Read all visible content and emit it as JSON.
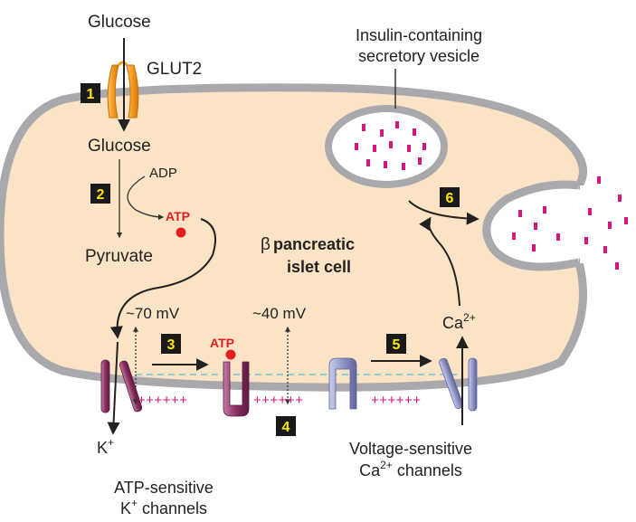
{
  "labels": {
    "glucose_outside": "Glucose",
    "glut2": "GLUT2",
    "glucose_inside": "Glucose",
    "adp": "ADP",
    "atp_1": "ATP",
    "pyruvate": "Pyruvate",
    "vesicle_line1": "Insulin-containing",
    "vesicle_line2": "secretory vesicle",
    "beta_symbol": "β",
    "cell_line1": "pancreatic",
    "cell_line2": "islet cell",
    "mv70": "~70 mV",
    "mv40": "~40 mV",
    "atp_2": "ATP",
    "ca_base": "Ca",
    "ca_sup": "2+",
    "k_base": "K",
    "k_sup": "+",
    "katp_line1": "ATP-sensitive",
    "katp_line2_base": "K",
    "katp_line2_sup": "+",
    "katp_line2_rest": " channels",
    "vsc_line1": "Voltage-sensitive",
    "vsc_line2_base": "Ca",
    "vsc_line2_sup": "2+",
    "vsc_line2_rest": " channels",
    "charges_left": "++++++",
    "charges_mid": "++++++",
    "charges_right": "++++++"
  },
  "steps": [
    "1",
    "2",
    "3",
    "4",
    "5",
    "6"
  ],
  "colors": {
    "cytoplasm": "#fbe3c6",
    "membrane": "#a9a9ad",
    "glut2": "#f39a1e",
    "atp_red": "#e02020",
    "insulin_magenta": "#d6157f",
    "k_channel": "#8a2f62",
    "ca_channel": "#8f95c6",
    "dashed_line": "#6fc3d3",
    "step_box": "#1a1a1a",
    "step_text": "#ffe600"
  }
}
